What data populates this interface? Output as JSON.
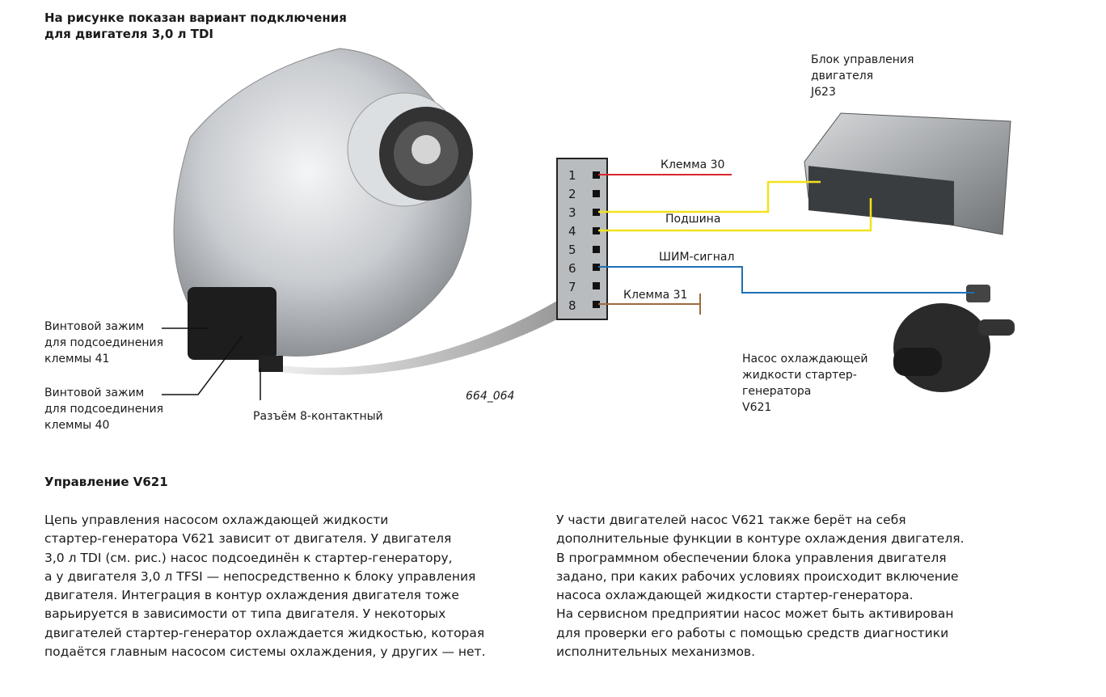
{
  "title": {
    "line1": "На рисунке показан вариант подключения",
    "line2": "для двигателя 3,0 л TDI"
  },
  "ecu_label": {
    "line1": "Блок управления",
    "line2": "двигателя",
    "line3": "J623"
  },
  "pump_label": {
    "line1": "Насос охлаждающей",
    "line2": "жидкости стартер-",
    "line3": "генератора",
    "line4": "V621"
  },
  "connector": {
    "pins": [
      "1",
      "2",
      "3",
      "4",
      "5",
      "6",
      "7",
      "8"
    ]
  },
  "wires": {
    "terminal30": "Клемма 30",
    "bus": "Подшина",
    "pwm": "ШИМ-сигнал",
    "terminal31": "Клемма 31",
    "colors": {
      "red": "#d9262e",
      "yellow": "#f2e21b",
      "blue": "#1f6fb5",
      "brown": "#9c6b3c"
    }
  },
  "callouts": {
    "clamp41": {
      "line1": "Винтовой зажим",
      "line2": "для подсоединения",
      "line3": "клеммы 41"
    },
    "clamp40": {
      "line1": "Винтовой зажим",
      "line2": "для подсоединения",
      "line3": "клеммы 40"
    },
    "connector8": "Разъём 8-контактный"
  },
  "figure_number": "664_064",
  "section_heading": "Управление V621",
  "left_paragraph": [
    "Цепь управления насосом охлаждающей жидкости",
    "стартер-генератора V621 зависит от двигателя. У двигателя",
    "3,0 л TDI (см. рис.) насос подсоединён к стартер-генератору,",
    "а у двигателя 3,0 л TFSI — непосредственно к блоку управления",
    "двигателя. Интеграция в контур охлаждения двигателя тоже",
    "варьируется в зависимости от типа двигателя. У некоторых",
    "двигателей стартер-генератор охлаждается жидкостью, которая",
    "подаётся главным насосом системы охлаждения, у других — нет."
  ],
  "right_paragraph": [
    "У части двигателей насос V621 также берёт на себя",
    "дополнительные функции в контуре охлаждения двигателя.",
    "В программном обеспечении блока управления двигателя",
    "задано, при каких рабочих условиях происходит включение",
    "насоса охлаждающей жидкости стартер-генератора.",
    "На сервисном предприятии насос может быть активирован",
    "для проверки его работы с помощью средств диагностики",
    "исполнительных механизмов."
  ]
}
